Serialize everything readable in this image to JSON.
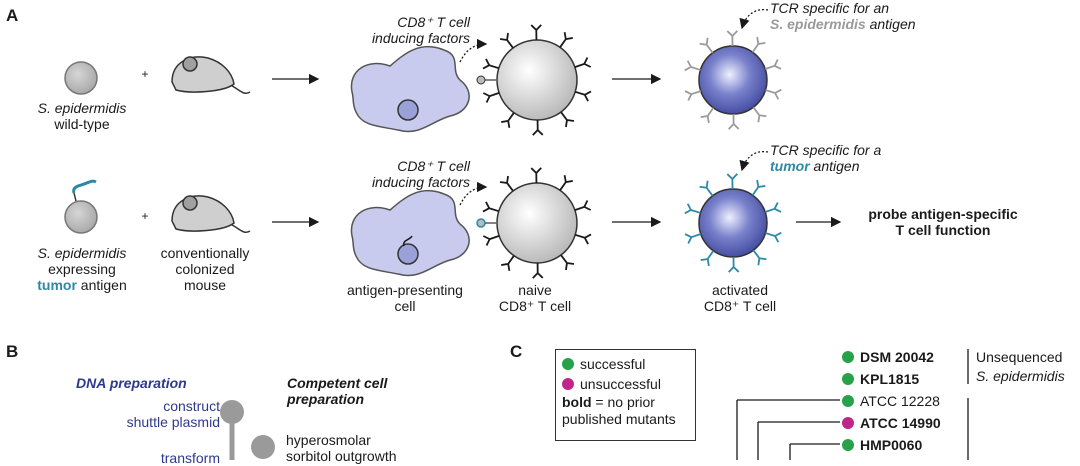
{
  "colors": {
    "tumor": "#2a8aa6",
    "grey_tcr": "#9a9a9a",
    "naive": "#e0e0e0",
    "activated": "#5b63b8",
    "apc": "#c8cbee",
    "success": "#27a24a",
    "fail": "#c0268a",
    "blue_text": "#2d3a8c"
  },
  "panelA": {
    "letter": "A",
    "row1": {
      "bacterium_label": "S. epidermidis",
      "bacterium_sub": "wild-type",
      "plus": "+",
      "inducing_line1": "CD8⁺ T cell",
      "inducing_line2": "inducing factors",
      "tcr_line1": "TCR specific for an",
      "tcr_line2_species": "S. epidermidis",
      "tcr_line2_rest": " antigen"
    },
    "row2": {
      "bacterium_label": "S. epidermidis",
      "bacterium_line2": "expressing",
      "bacterium_line3_tumor": "tumor",
      "bacterium_line3_rest": " antigen",
      "plus": "+",
      "mouse_line1": "conventionally",
      "mouse_line2": "colonized",
      "mouse_line3": "mouse",
      "inducing_line1": "CD8⁺ T cell",
      "inducing_line2": "inducing factors",
      "tcr_line1": "TCR specific for a",
      "tcr_line2_tumor": "tumor",
      "tcr_line2_rest": " antigen",
      "apc_line1": "antigen-presenting",
      "apc_line2": "cell",
      "naive_line1": "naive",
      "naive_line2": "CD8⁺ T cell",
      "activated_line1": "activated",
      "activated_line2": "CD8⁺ T cell",
      "probe_line1": "probe antigen-specific",
      "probe_line2": "T cell function"
    }
  },
  "panelB": {
    "letter": "B",
    "dna_title": "DNA preparation",
    "competent_line1": "Competent cell",
    "competent_line2": "preparation",
    "construct_line1": "construct",
    "construct_line2": "shuttle plasmid",
    "hyper_line1": "hyperosmolar",
    "hyper_line2": "sorbitol outgrowth",
    "transform": "transform"
  },
  "panelC": {
    "letter": "C",
    "legend": {
      "successful": "successful",
      "unsuccessful": "unsuccessful",
      "bold_word": "bold",
      "bold_rest": " = no prior",
      "bold_line2": "published mutants"
    },
    "strains": [
      {
        "name": "DSM 20042",
        "status": "success",
        "bold": true
      },
      {
        "name": "KPL1815",
        "status": "success",
        "bold": true
      },
      {
        "name": "ATCC 12228",
        "status": "success",
        "bold": false
      },
      {
        "name": "ATCC 14990",
        "status": "fail",
        "bold": true
      },
      {
        "name": "HMP0060",
        "status": "success",
        "bold": true
      }
    ],
    "group_line1": "Unsequenced",
    "group_line2": "S. epidermidis"
  }
}
